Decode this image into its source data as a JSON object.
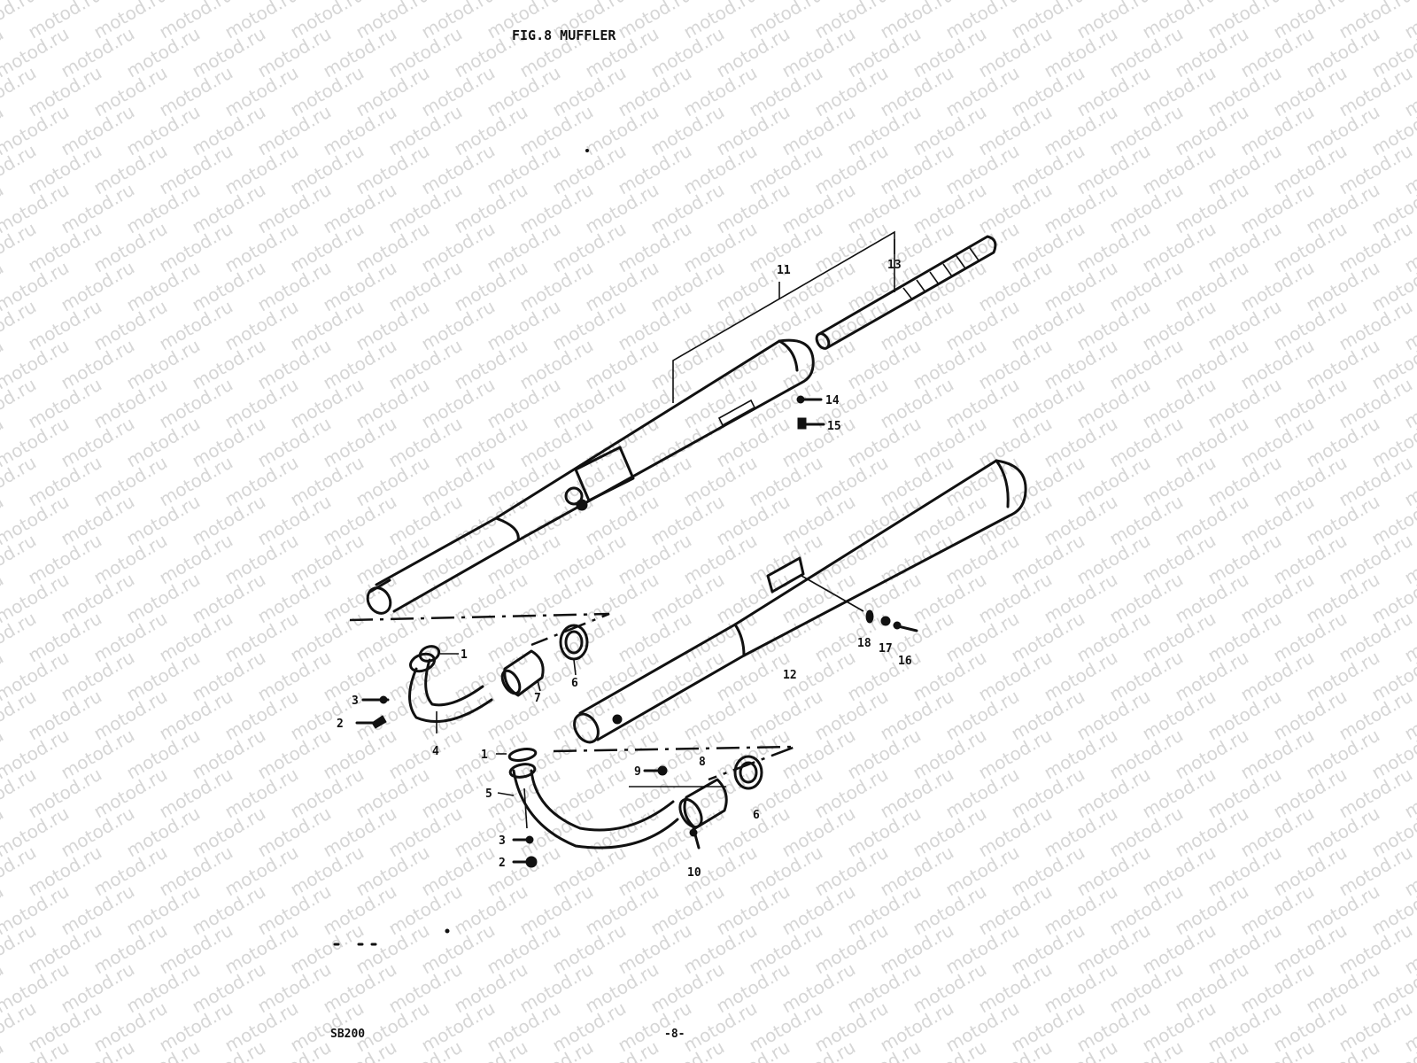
{
  "figure_title": "FIG.8 MUFFLER",
  "footer": {
    "model": "SB200",
    "page_number": "-8-"
  },
  "watermark": "motod.ru",
  "callouts": {
    "c1a": "1",
    "c1b": "1",
    "c2a": "2",
    "c2b": "2",
    "c3a": "3",
    "c3b": "3",
    "c4": "4",
    "c5": "5",
    "c6a": "6",
    "c6b": "6",
    "c7": "7",
    "c8": "8",
    "c9": "9",
    "c10": "10",
    "c11": "11",
    "c12": "12",
    "c13": "13",
    "c14": "14",
    "c15": "15",
    "c16": "16",
    "c17": "17",
    "c18": "18"
  }
}
